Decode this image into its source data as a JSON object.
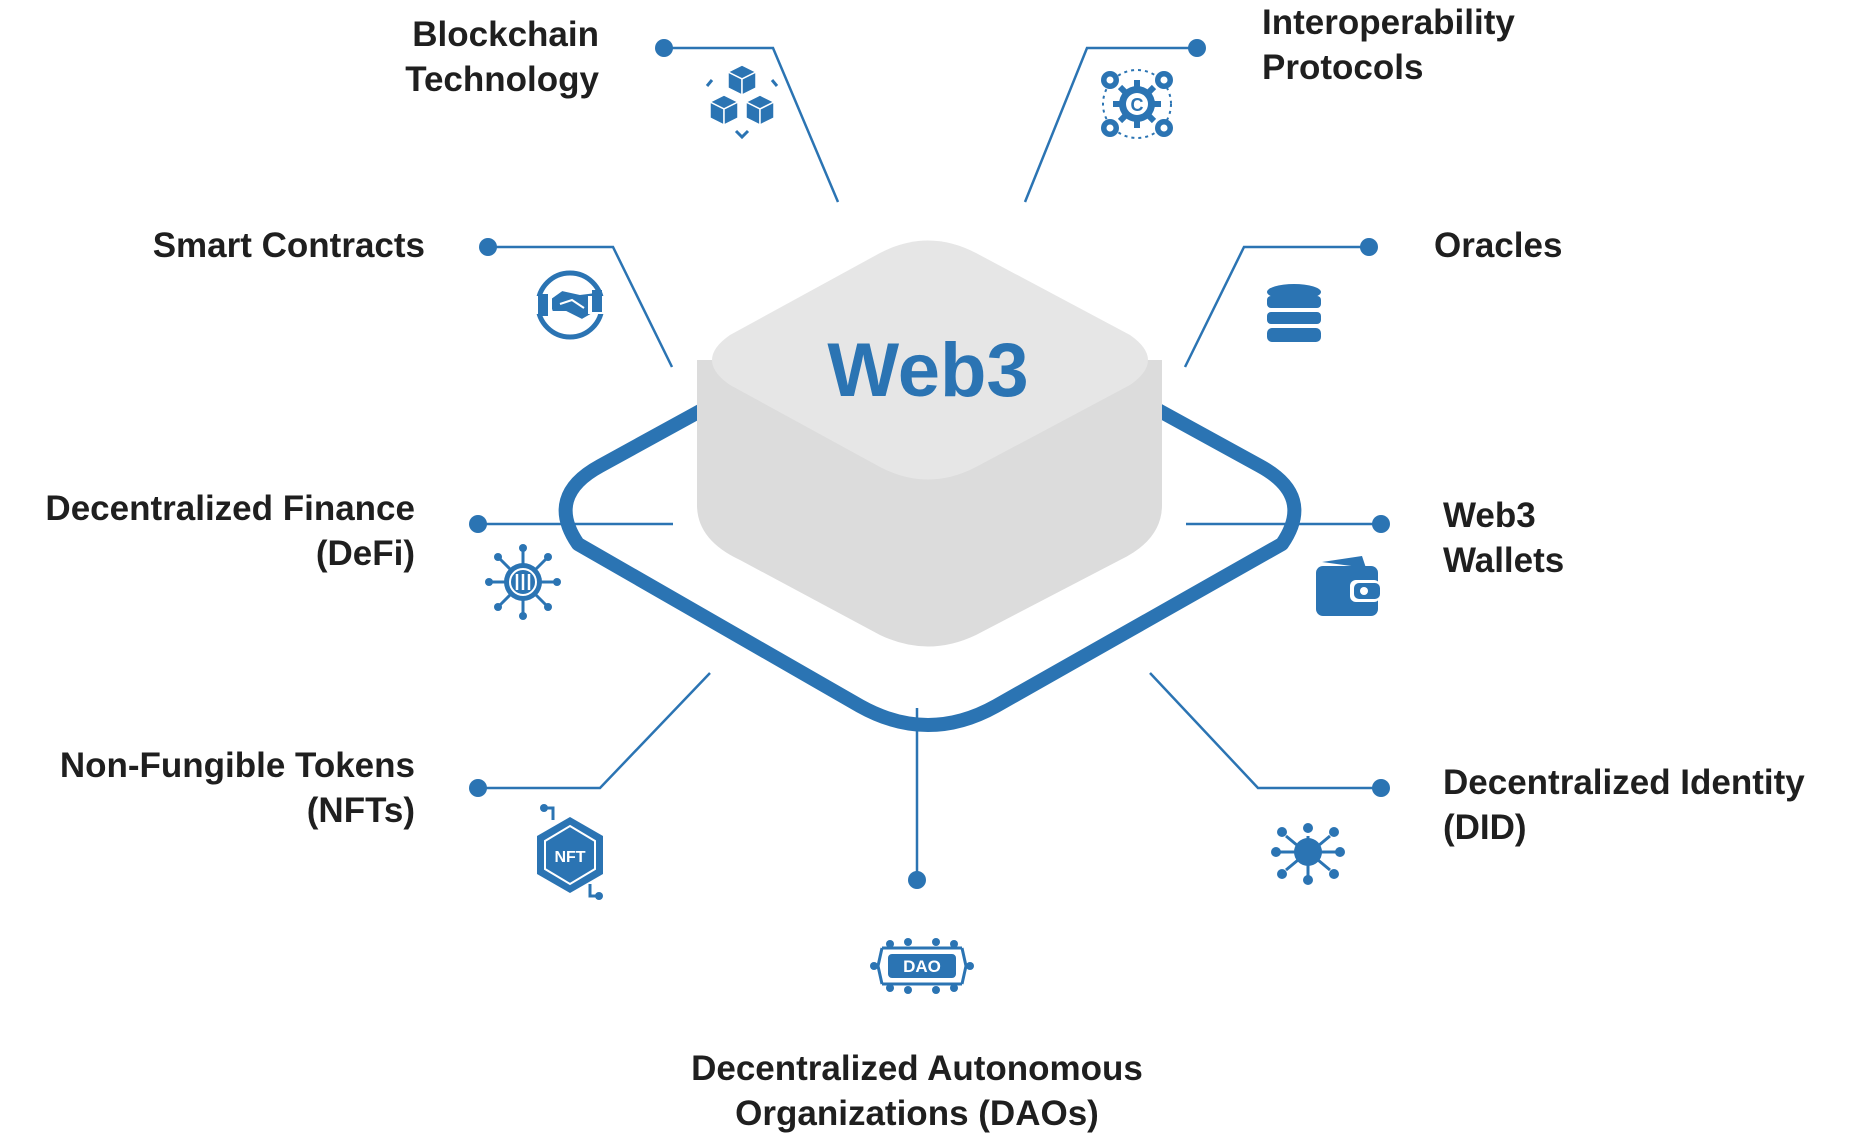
{
  "center": {
    "title": "Web3"
  },
  "nodes": {
    "blockchain": {
      "line1": "Blockchain",
      "line2": "Technology",
      "icon": "blockchain-cubes-icon"
    },
    "interop": {
      "line1": "Interoperability",
      "line2": "Protocols",
      "icon": "gear-network-icon"
    },
    "smart": {
      "line1": "Smart Contracts",
      "icon": "handshake-icon"
    },
    "oracles": {
      "line1": "Oracles",
      "icon": "database-icon"
    },
    "defi": {
      "line1": "Decentralized Finance",
      "line2": "(DeFi)",
      "icon": "defi-coin-network-icon"
    },
    "wallets": {
      "line1": "Web3",
      "line2": "Wallets",
      "icon": "wallet-icon"
    },
    "nfts": {
      "line1": "Non-Fungible Tokens",
      "line2": "(NFTs)",
      "icon": "nft-hexagon-icon",
      "badge": "NFT"
    },
    "did": {
      "line1": "Decentralized Identity",
      "line2": "(DID)",
      "icon": "identity-network-icon"
    },
    "dao": {
      "line1": "Decentralized Autonomous",
      "line2": "Organizations (DAOs)",
      "icon": "dao-icon",
      "badge": "DAO"
    }
  },
  "colors": {
    "accent": "#2b74b3",
    "platform": "#e2e2e2",
    "text": "#1f1f1f"
  }
}
